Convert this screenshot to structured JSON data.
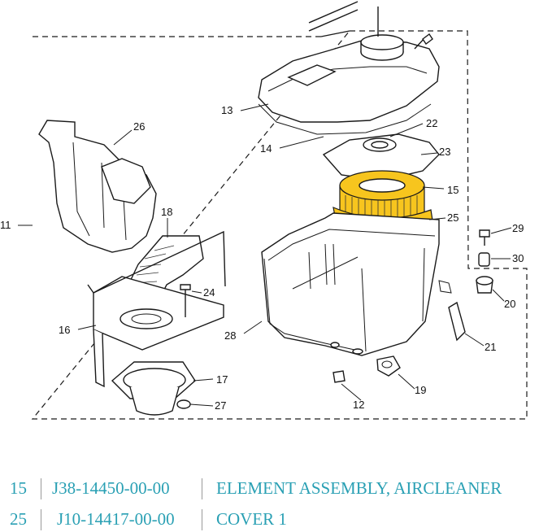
{
  "callouts": {
    "c11": "11",
    "c12": "12",
    "c13": "13",
    "c14": "14",
    "c15": "15",
    "c16": "16",
    "c17": "17",
    "c18": "18",
    "c19": "19",
    "c20": "20",
    "c21": "21",
    "c22": "22",
    "c23": "23",
    "c24": "24",
    "c25": "25",
    "c26": "26",
    "c27": "27",
    "c28": "28",
    "c29": "29",
    "c30": "30"
  },
  "parts": [
    {
      "num": "15",
      "code": "J38-14450-00-00",
      "desc": "ELEMENT ASSEMBLY, AIRCLEANER"
    },
    {
      "num": "25",
      "code": "J10-14417-00-00",
      "desc": "COVER 1"
    }
  ],
  "colors": {
    "highlight": "#f7c51e",
    "table_text": "#2aa0b4"
  }
}
